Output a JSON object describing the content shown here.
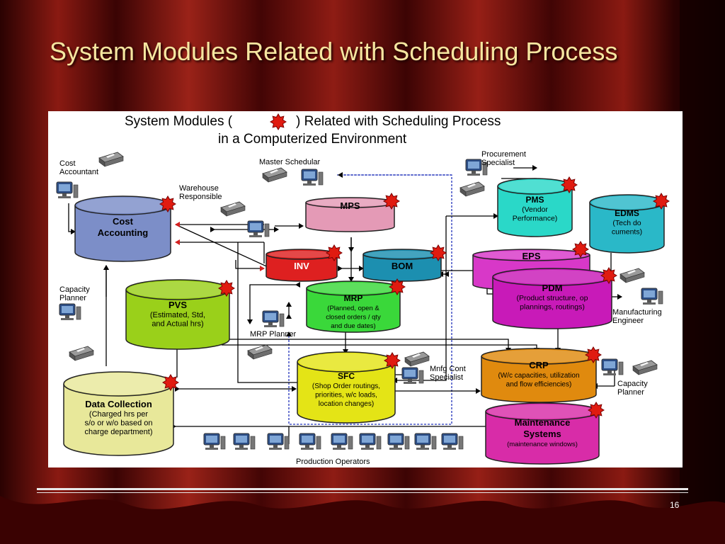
{
  "slide": {
    "title": "System Modules Related with Scheduling Process",
    "page_number": "16",
    "colors": {
      "title": "#f6e6a0",
      "curtain": "#6e0d0d",
      "panel": "#ffffff"
    }
  },
  "diagram": {
    "heading_part1": "System Modules (",
    "heading_part2": ") Related with Scheduling Process",
    "heading_line2": "in a Computerized Environment",
    "roles": {
      "cost_accountant": [
        "Cost",
        "Accountant"
      ],
      "master_scheduler": "Master Schedular",
      "procurement_specialist": [
        "Procurement",
        "Specialist"
      ],
      "warehouse_responsible": [
        "Warehouse",
        "Responsible"
      ],
      "capacity_planner_left": [
        "Capacity",
        "Planner"
      ],
      "manufacturing_engineer": [
        "Manufacturing",
        "Engineer"
      ],
      "mrp_planner": "MRP Planner",
      "mnfg_cont_specialist": [
        "Mnfg Cont",
        "Specialist"
      ],
      "capacity_planner_right": [
        "Capacity",
        "Planner"
      ],
      "production_operators": "Production Operators"
    },
    "modules": {
      "cost": {
        "name": [
          "Cost",
          "Accounting"
        ],
        "desc": []
      },
      "mps": {
        "name": [
          "MPS"
        ],
        "desc": []
      },
      "inv": {
        "name": [
          "INV"
        ],
        "desc": []
      },
      "bom": {
        "name": [
          "BOM"
        ],
        "desc": []
      },
      "mrp": {
        "name": [
          "MRP"
        ],
        "desc": [
          "(Planned, open &",
          "closed orders / qty",
          "and due dates)"
        ]
      },
      "pvs": {
        "name": [
          "PVS"
        ],
        "desc": [
          "(Estimated, Std,",
          "and Actual hrs)"
        ]
      },
      "data": {
        "name": [
          "Data Collection"
        ],
        "desc": [
          "(Charged hrs per",
          "s/o or w/o based on",
          "charge department)"
        ]
      },
      "sfc": {
        "name": [
          "SFC"
        ],
        "desc": [
          "(Shop Order routings,",
          "priorities, w/c loads,",
          "location changes)"
        ]
      },
      "pms": {
        "name": [
          "PMS"
        ],
        "desc": [
          "(Vendor",
          "Performance)"
        ]
      },
      "edms": {
        "name": [
          "EDMS"
        ],
        "desc": [
          "(Tech do",
          "cuments)"
        ]
      },
      "eps": {
        "name": [
          "EPS"
        ],
        "desc": []
      },
      "pdm": {
        "name": [
          "PDM"
        ],
        "desc": [
          "(Product structure, op",
          "plannings, routings)"
        ]
      },
      "crp": {
        "name": [
          "CRP"
        ],
        "desc": [
          "(W/c capacities, utilization",
          "and flow efficiencies)"
        ]
      },
      "maint": {
        "name": [
          "Maintenance",
          "Systems"
        ],
        "desc": [
          "(maintenance windows)"
        ]
      }
    }
  }
}
